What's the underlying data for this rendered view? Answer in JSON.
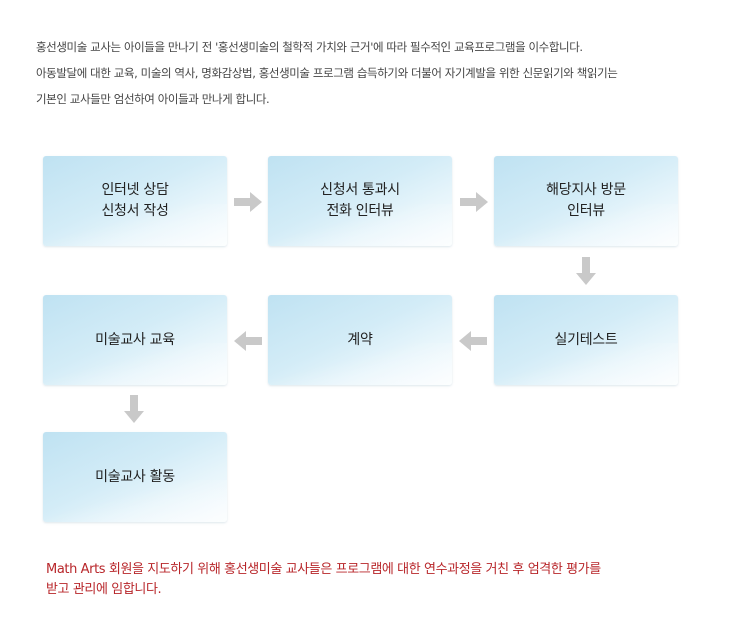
{
  "intro": {
    "line1": "홍선생미술 교사는 아이들을 만나기 전 '홍선생미술의 철학적 가치와 근거'에 따라 필수적인 교육프로그램을 이수합니다.",
    "line2": "아동발달에 대한 교육, 미술의 역사, 명화감상법, 홍선생미술 프로그램 습득하기와 더불어 자기계발을 위한 신문읽기와 책읽기는",
    "line3": "기본인 교사들만 엄선하여 아이들과 만나게 합니다."
  },
  "steps": [
    {
      "label": "인터넷 상담\n신청서 작성"
    },
    {
      "label": "신청서 통과시\n전화 인터뷰"
    },
    {
      "label": "해당지사 방문\n인터뷰"
    },
    {
      "label": "실기테스트"
    },
    {
      "label": "계약"
    },
    {
      "label": "미술교사 교육"
    },
    {
      "label": "미술교사 활동"
    }
  ],
  "note": "Math Arts 회원을 지도하기 위해 홍선생미술 교사들은 프로그램에 대한 연수과정을 거친 후 엄격한 평가를\n받고 관리에 임합니다.",
  "colors": {
    "arrow": "#c9c9c9",
    "note": "#b8262a",
    "box_top": "#bfe2f2",
    "box_bottom": "#f8fcfe"
  }
}
